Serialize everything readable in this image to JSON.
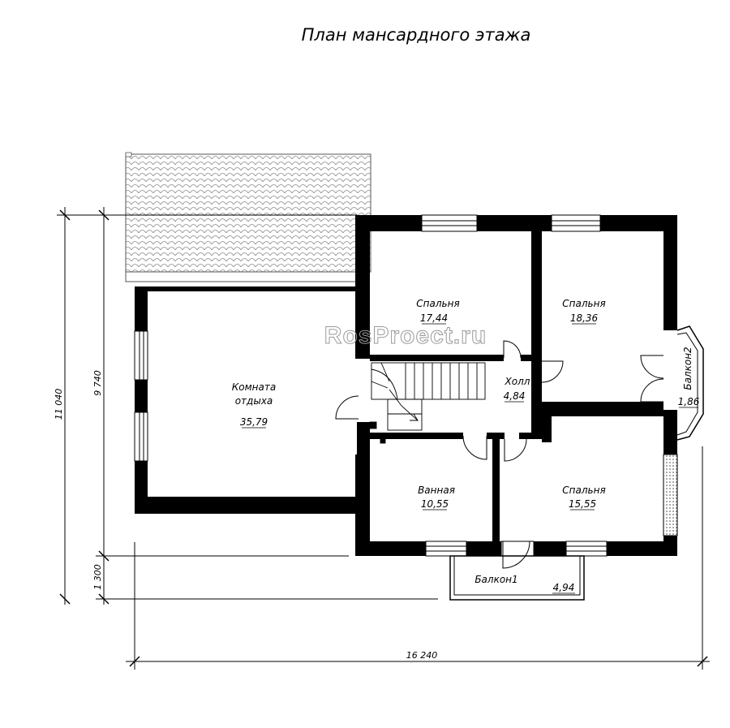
{
  "title": "План мансардного этажа",
  "watermark": "RosProect.ru",
  "rooms": [
    {
      "id": "komnata",
      "name_line1": "Комната",
      "name_line2": "отдыха",
      "area": "35,79"
    },
    {
      "id": "spalnya1",
      "name": "Спальня",
      "area": "17,44"
    },
    {
      "id": "spalnya2",
      "name": "Спальня",
      "area": "18,36"
    },
    {
      "id": "holl",
      "name": "Холл",
      "area": "4,84"
    },
    {
      "id": "vannaya",
      "name": "Ванная",
      "area": "10,55"
    },
    {
      "id": "spalnya3",
      "name": "Спальня",
      "area": "15,55"
    },
    {
      "id": "balkon1",
      "name": "Балкон1",
      "area": "4,94"
    },
    {
      "id": "balkon2",
      "name": "Балкон2",
      "area": "1,86"
    }
  ],
  "dimensions": {
    "total_height": "11 040",
    "main_height": "9 740",
    "balcony_depth": "1 300",
    "total_width": "16 240"
  }
}
